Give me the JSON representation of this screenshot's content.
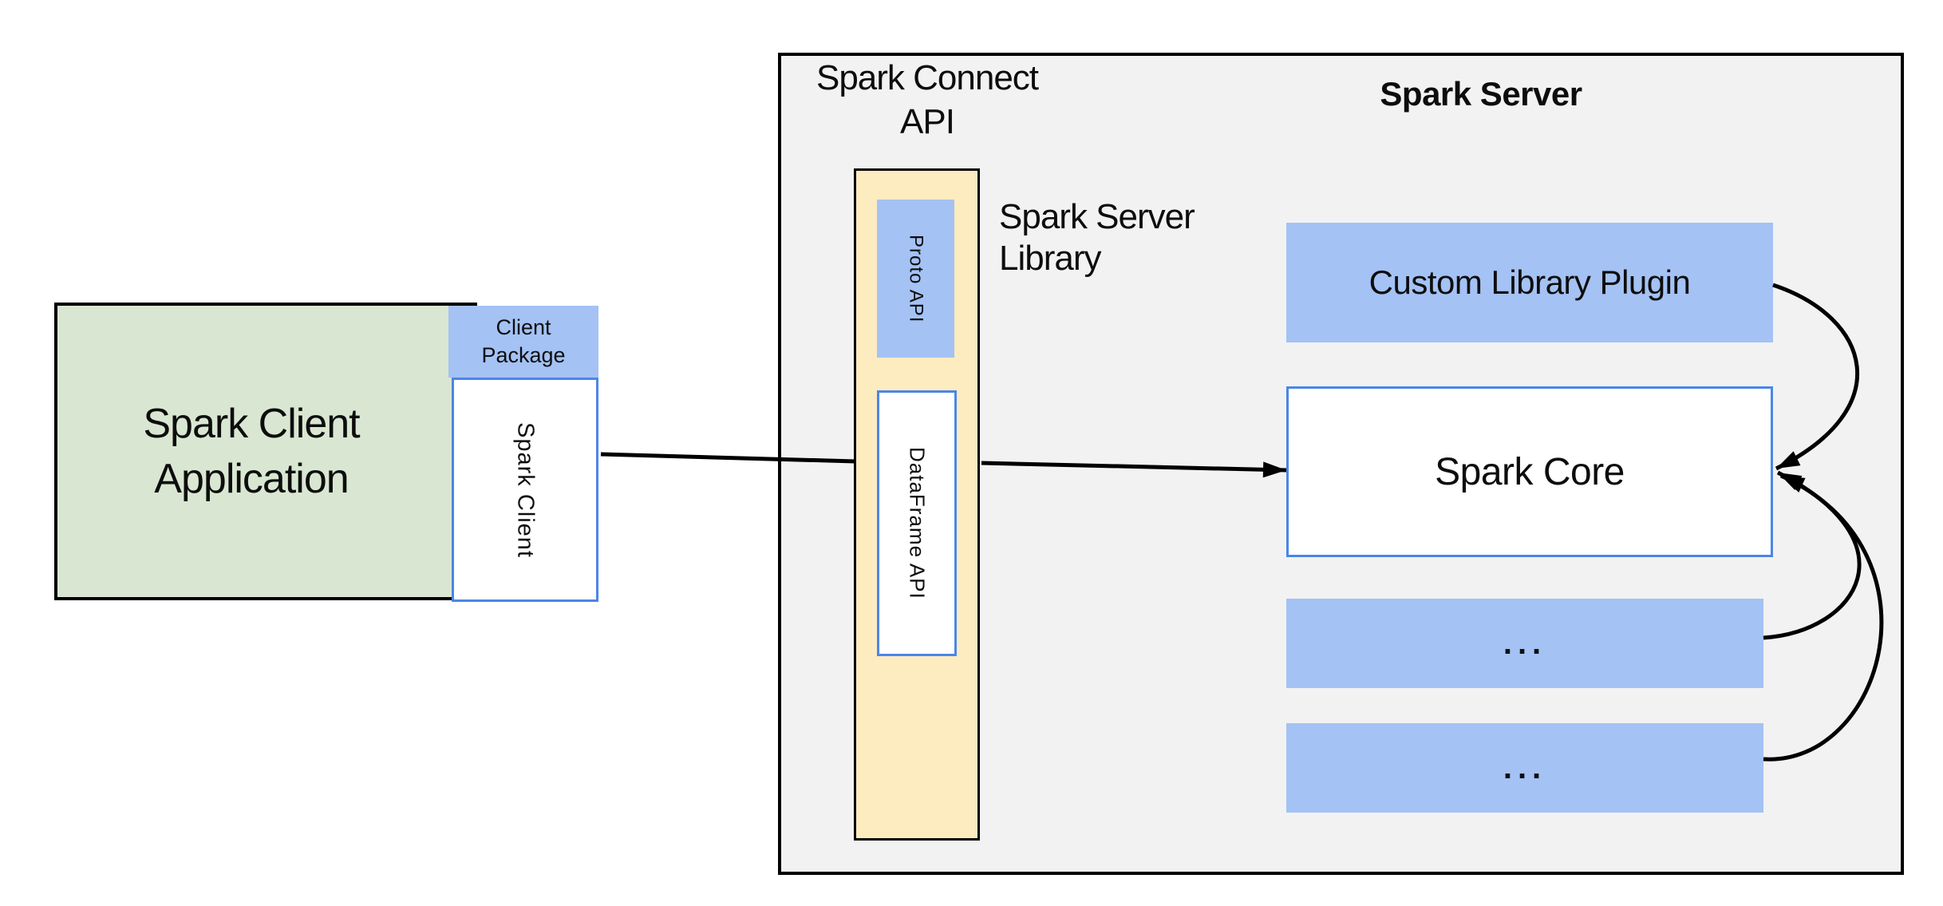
{
  "colors": {
    "page-bg": "#ffffff",
    "panel-gray": "#f2f2f2",
    "box-green": "#d9e7d2",
    "box-blue": "#a4c2f4",
    "box-yellow": "#fdecc0",
    "border-blue": "#4a86e8",
    "border-black": "#000000",
    "text": "#0d0d0d"
  },
  "client_app": {
    "title_line1": "Spark Client",
    "title_line2": "Application",
    "package_line1": "Client",
    "package_line2": "Package",
    "client_label": "Spark Client"
  },
  "spark_connect": {
    "title_line1": "Spark Connect",
    "title_line2": "API",
    "proto_label": "Proto API",
    "dataframe_label": "DataFrame API",
    "library_line1": "Spark Server",
    "library_line2": "Library"
  },
  "spark_server": {
    "title": "Spark Server",
    "plugin_label": "Custom Library Plugin",
    "core_label": "Spark Core",
    "ellipsis_1": "...",
    "ellipsis_2": "..."
  }
}
